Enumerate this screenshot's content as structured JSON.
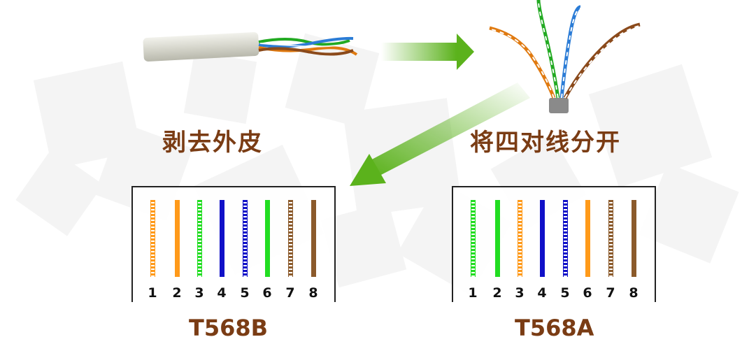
{
  "steps": {
    "strip_label": "剥去外皮",
    "separate_label": "将四对线分开"
  },
  "standards": [
    {
      "id": "b",
      "name": "T568B",
      "wires": [
        {
          "pin": "1",
          "color": "#ff9a1a",
          "striped": true
        },
        {
          "pin": "2",
          "color": "#ff9a1a",
          "striped": false
        },
        {
          "pin": "3",
          "color": "#22dd22",
          "striped": true
        },
        {
          "pin": "4",
          "color": "#1010c8",
          "striped": false
        },
        {
          "pin": "5",
          "color": "#1010c8",
          "striped": true
        },
        {
          "pin": "6",
          "color": "#22dd22",
          "striped": false
        },
        {
          "pin": "7",
          "color": "#8b5a2b",
          "striped": true
        },
        {
          "pin": "8",
          "color": "#8b5a2b",
          "striped": false
        }
      ]
    },
    {
      "id": "a",
      "name": "T568A",
      "wires": [
        {
          "pin": "1",
          "color": "#22dd22",
          "striped": true
        },
        {
          "pin": "2",
          "color": "#22dd22",
          "striped": false
        },
        {
          "pin": "3",
          "color": "#ff9a1a",
          "striped": true
        },
        {
          "pin": "4",
          "color": "#1010c8",
          "striped": false
        },
        {
          "pin": "5",
          "color": "#1010c8",
          "striped": true
        },
        {
          "pin": "6",
          "color": "#ff9a1a",
          "striped": false
        },
        {
          "pin": "7",
          "color": "#8b5a2b",
          "striped": true
        },
        {
          "pin": "8",
          "color": "#8b5a2b",
          "striped": false
        }
      ]
    }
  ],
  "colors": {
    "label_text": "#7a3c14",
    "arrow_green": "#5bb21c",
    "cable_jacket": "#d8d8cf"
  }
}
